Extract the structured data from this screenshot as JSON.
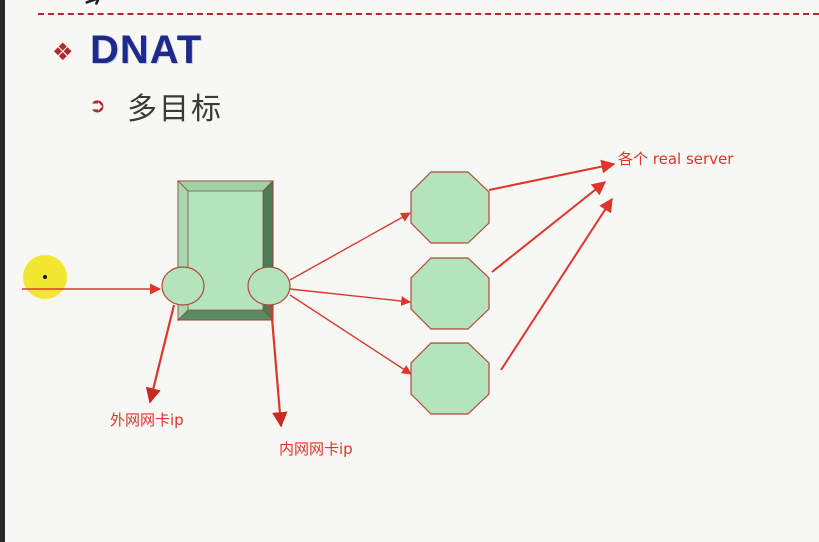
{
  "slide": {
    "title": "DNAT",
    "subtitle": "多目标",
    "bullet_icon": "diamond-cluster-icon",
    "sub_bullet_icon": "circled-arrow-icon"
  },
  "annotations": {
    "real_servers": "各个 real server",
    "external_nic_ip": "外网网卡ip",
    "internal_nic_ip": "内网网卡ip"
  },
  "colors": {
    "title": "#1d2a8c",
    "accent": "#b2282d",
    "annotation": "#e0342c",
    "node_fill": "#b4e4bc",
    "node_stroke": "#b5473d",
    "pointer_highlight": "#f2e51c"
  }
}
